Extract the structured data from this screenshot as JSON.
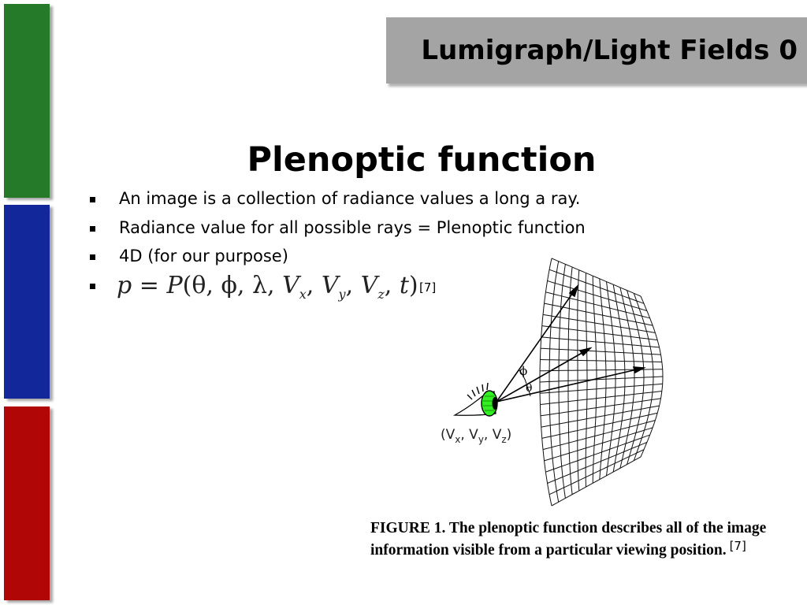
{
  "colors": {
    "bar_green": "#257a2a",
    "bar_blue": "#12289a",
    "bar_red": "#b00606",
    "title_background": "#a4a4a4",
    "eye_green": "#33ee22"
  },
  "slide": {
    "title": "Lumigraph/Light Fields 0",
    "heading": "Plenoptic function",
    "bullets": [
      "An image is a collection of radiance values a long a ray.",
      "Radiance value for all possible rays = Plenoptic function",
      "4D (for our purpose)"
    ],
    "formula": {
      "lhs": "p",
      "eq": " = ",
      "fn": "P",
      "args_prefix": "(θ, ϕ, λ, ",
      "v": "V",
      "x": "x",
      "y": "y",
      "z": "z",
      "sep": ", ",
      "t": "t",
      "close": ")"
    },
    "formula_citation": "[7]"
  },
  "figure": {
    "phi_label": "ϕ",
    "theta_label": "θ",
    "viewpoint_open": "(V",
    "vx_sub": "x",
    "comma1": ", V",
    "vy_sub": "y",
    "comma2": ", V",
    "vz_sub": "z",
    "viewpoint_close": ")",
    "caption": "FIGURE 1. The plenoptic function describes all of the image information visible from a particular viewing position.",
    "caption_citation": "[7]"
  }
}
